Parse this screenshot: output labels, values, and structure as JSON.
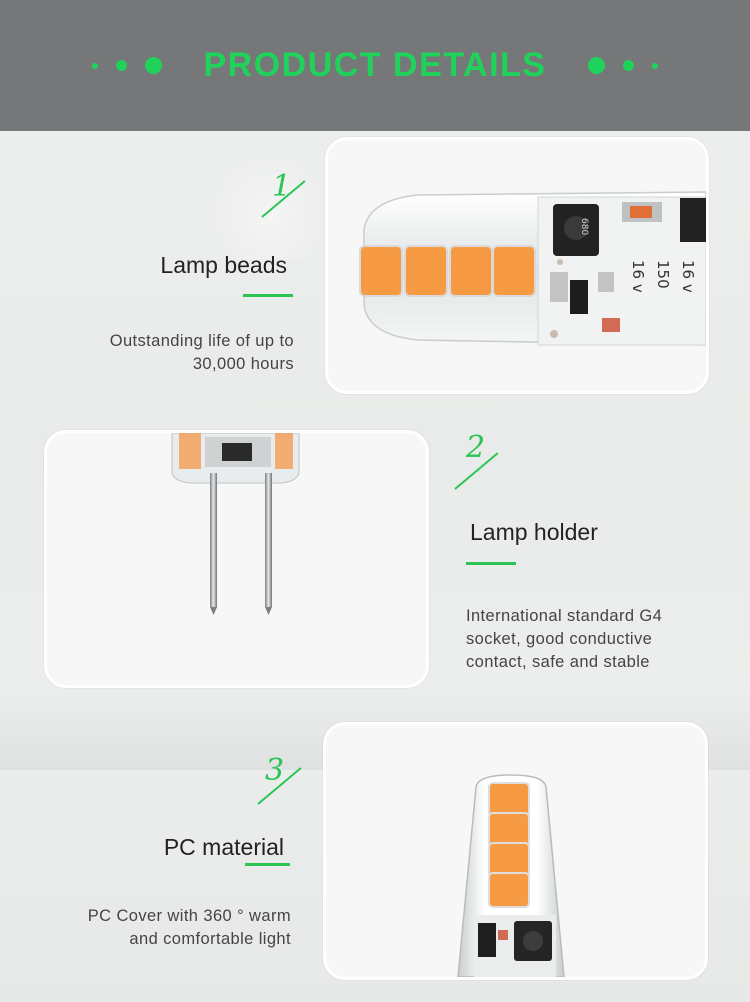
{
  "header": {
    "title": "PRODUCT DETAILS"
  },
  "sections": [
    {
      "number": "1",
      "title": "Lamp beads",
      "desc_line1": "Outstanding life of up to",
      "desc_line2": "30,000 hours"
    },
    {
      "number": "2",
      "title": "Lamp holder",
      "desc_line1": "International standard G4",
      "desc_line2": "socket, good conductive",
      "desc_line3": "contact, safe and stable"
    },
    {
      "number": "3",
      "title": "PC material",
      "desc_line1": "PC Cover with 360 ° warm",
      "desc_line2": "and comfortable light"
    }
  ],
  "pcb_labels": {
    "l1": "16 v",
    "l2": "150",
    "l3": "16 v",
    "chip": "680"
  },
  "colors": {
    "accent": "#1fd35a",
    "header_bg": "#757779",
    "led": "#f79a44"
  },
  "icons": [
    "decorative-dot-icon"
  ]
}
